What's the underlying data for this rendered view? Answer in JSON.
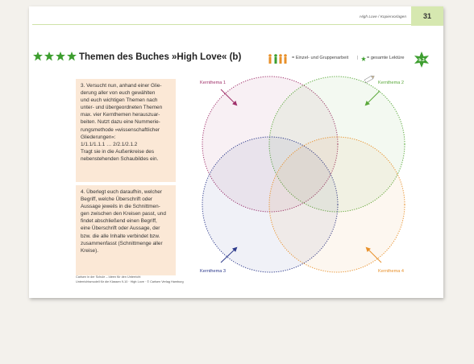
{
  "header": {
    "running_title": "High Love / Kopiervorlagen",
    "page_number": "31"
  },
  "title": "Themen des Buches »High Love« (b)",
  "legend": {
    "group_text": "= Einzel- und Gruppenarbeit",
    "separator": "|",
    "reading_text": "= gesamte Lektüre"
  },
  "badge": "b.3",
  "task3": [
    "3. Versucht nun, anhand einer Glie-",
    "derung aller von euch gewählten",
    "und euch wichtigen Themen nach",
    "unter- und übergeordneten Themen",
    "max. vier Kernthemen herauszuar-",
    "beiten. Nutzt dazu eine Nummerie-",
    "rungsmethode »wissenschaftlicher",
    "Gliederungen«:",
    "1/1.1/1.1.1 … 2/2.1/2.1.2",
    "Tragt sie in die Außenkreise des",
    "nebenstehenden Schaubildes ein."
  ],
  "task4": [
    "4. Überlegt euch daraufhin, welcher",
    "Begriff, welche Überschrift oder",
    "Aussage jeweils in die Schnittmen-",
    "gen zwischen den Kreisen passt, und",
    "findet abschließend einen Begriff,",
    "eine Überschrift oder Aussage, der",
    "bzw. die alle Inhalte verbindet bzw.",
    "zusammenfasst (Schnittmenge aller",
    "Kreise)."
  ],
  "footer": [
    "Carlsen in der Schule – Ideen für den Unterricht",
    "Unterrichtsmodell für die Klassen 9-10 · High Love · © Carlsen Verlag Hamburg"
  ],
  "venn_labels": {
    "k1": "Kernthema 1",
    "k2": "Kernthema 2",
    "k3": "Kernthema 3",
    "k4": "Kernthema 4"
  },
  "colors": {
    "accent_green": "#3d9e2f",
    "header_band": "#d6e8b0",
    "task_box": "#fbe8d6",
    "circle1": "#a0306a",
    "circle2": "#5aa83a",
    "circle3": "#2d3a8c",
    "circle4": "#e8902a"
  }
}
